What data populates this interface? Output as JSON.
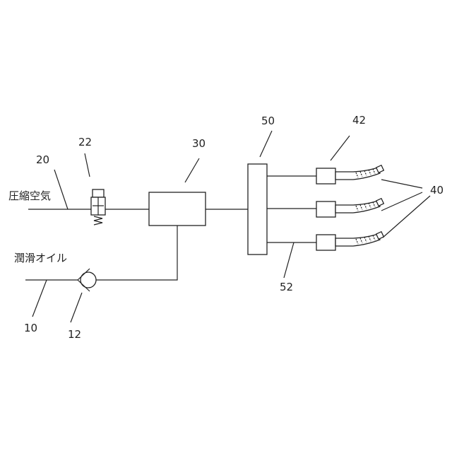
{
  "inputs": {
    "compressed_air": "圧縮空気",
    "lubricating_oil": "潤滑オイル"
  },
  "reference_numerals": {
    "air_line": "20",
    "valve": "22",
    "mixer": "30",
    "manifold": "50",
    "handpiece_coupling": "42",
    "handpieces": "40",
    "supply_tube": "52",
    "oil_line": "10",
    "pump": "12"
  }
}
